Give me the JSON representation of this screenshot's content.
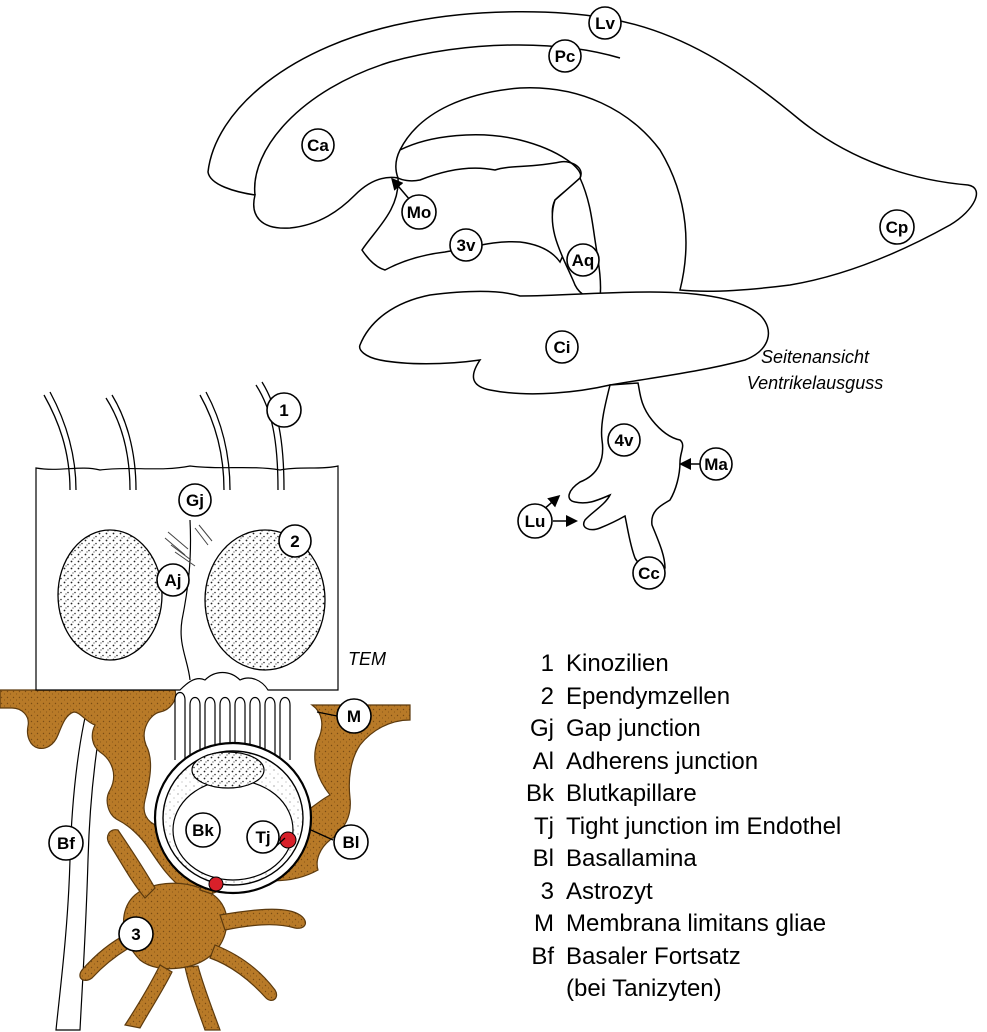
{
  "ventricle": {
    "caption_line1": "Seitenansicht",
    "caption_line2": "Ventrikelausguss",
    "labels": {
      "lv": "Lv",
      "pc": "Pc",
      "ca": "Ca",
      "mo": "Mo",
      "threev": "3v",
      "aq": "Aq",
      "cp": "Cp",
      "ci": "Ci",
      "fourv": "4v",
      "ma": "Ma",
      "lu": "Lu",
      "cc": "Cc"
    }
  },
  "tissue": {
    "caption": "TEM",
    "labels": {
      "one": "1",
      "two": "2",
      "gj": "Gj",
      "aj": "Aj",
      "m": "M",
      "bk": "Bk",
      "tj": "Tj",
      "bl": "Bl",
      "bf": "Bf",
      "three": "3"
    },
    "colors": {
      "astrocyte": "#b87a28",
      "junction": "#d8202a"
    }
  },
  "legend": [
    {
      "key": "1",
      "text": "Kinozilien"
    },
    {
      "key": "2",
      "text": "Ependymzellen"
    },
    {
      "key": "Gj",
      "text": "Gap junction"
    },
    {
      "key": "Al",
      "text": "Adherens junction"
    },
    {
      "key": "Bk",
      "text": "Blutkapillare"
    },
    {
      "key": "Tj",
      "text": "Tight junction im Endothel"
    },
    {
      "key": "Bl",
      "text": "Basallamina"
    },
    {
      "key": "3",
      "text": "Astrozyt"
    },
    {
      "key": "M",
      "text": "Membrana limitans gliae"
    },
    {
      "key": "Bf",
      "text": "Basaler Fortsatz"
    },
    {
      "key": "",
      "text": "(bei Tanizyten)"
    }
  ]
}
